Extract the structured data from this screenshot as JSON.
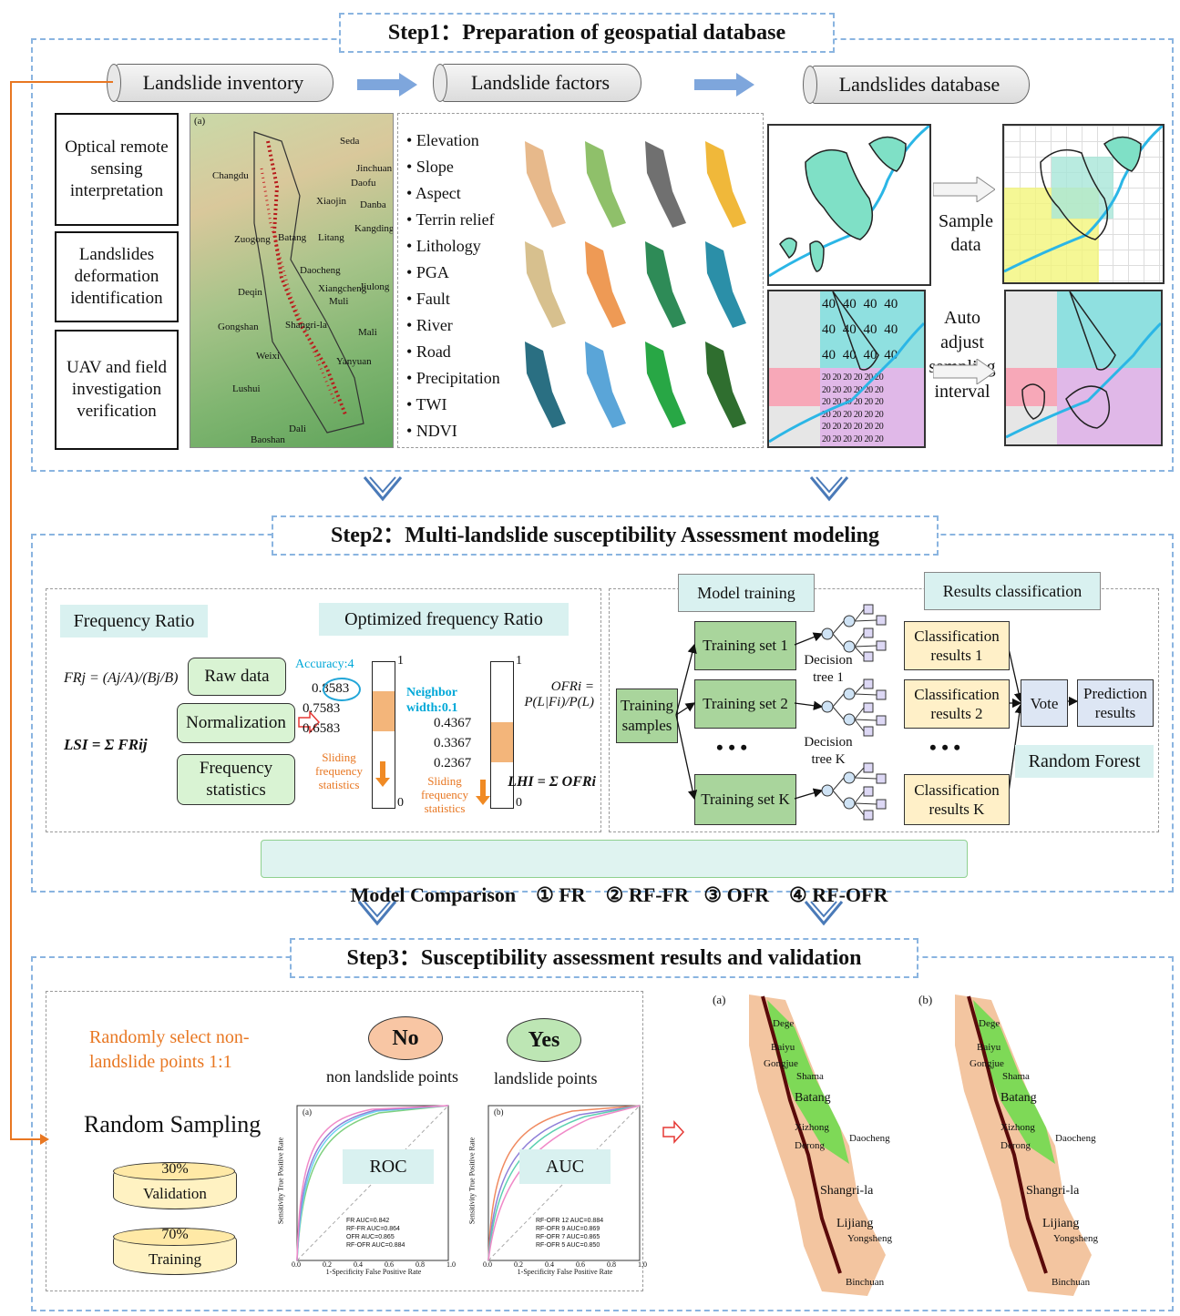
{
  "step1": {
    "title": "Step1：Preparation of geospatial database",
    "inventory": "Landslide inventory",
    "factors_title": "Landslide factors",
    "database": "Landslides database",
    "methods": [
      "Optical remote sensing interpretation",
      "Landslides deformation identification",
      "UAV and field investigation verification"
    ],
    "factors": [
      "Elevation",
      "Slope",
      "Aspect",
      "Terrin relief",
      "Lithology",
      "PGA",
      "Fault",
      "River",
      "Road",
      "Precipitation",
      "TWI",
      "NDVI"
    ],
    "sample_data": "Sample data",
    "auto_adjust": "Auto adjust sampling interval",
    "grid_40": "40",
    "grid_20": "20",
    "map_labels": [
      "(a)",
      "Seda",
      "Changdu",
      "Jinchuan",
      "Daofu",
      "Danba",
      "Kangding",
      "Litang",
      "Xiaojin",
      "Zuogong",
      "Batang",
      "Daocheng",
      "Mali",
      "Jiulong",
      "Deqin",
      "Gongshan",
      "Shangri-la",
      "Weixi",
      "Muli",
      "Lushui",
      "Dali",
      "Baoshan",
      "Xiangcheng",
      "Yanyuan"
    ]
  },
  "step2": {
    "title": "Step2：Multi-landslide susceptibility Assessment modeling",
    "fr_title": "Frequency Ratio",
    "ofr_title": "Optimized frequency Ratio",
    "fr_formula": "FRj = (Aj/A)/(Bj/B)",
    "lsi_formula": "LSI = Σ FRij",
    "ofr_formula": "OFRi = P(L|Fi)/P(L)",
    "lhi_formula": "LHI = Σ OFRi",
    "raw": "Raw data",
    "norm": "Normalization",
    "freq": "Frequency statistics",
    "accuracy": "Accuracy:4",
    "neighbor": "Neighbor width:0.1",
    "scale1": [
      "0.8583",
      "0.7583",
      "0.6583"
    ],
    "scale2": [
      "0.4367",
      "0.3367",
      "0.2367"
    ],
    "one": "1",
    "zero": "0",
    "sliding": "Sliding frequency statistics",
    "model_training": "Model training",
    "results_classification": "Results classification",
    "training_samples": "Training samples",
    "training_sets": [
      "Training set 1",
      "Training set 2",
      "Training set K"
    ],
    "decision_trees": [
      "Decision tree 1",
      "Decision tree K"
    ],
    "classifications": [
      "Classification results 1",
      "Classification results 2",
      "Classification results K"
    ],
    "vote": "Vote",
    "prediction": "Prediction results",
    "random_forest": "Random Forest",
    "dots": "• • •",
    "comparison": "Model Comparison    ① FR    ② RF-FR   ③ OFR    ④ RF-OFR"
  },
  "step3": {
    "title": "Step3：Susceptibility assessment results and validation",
    "random_select": "Randomly select non-landslide points    1:1",
    "no": "No",
    "yes": "Yes",
    "non_points": "non landslide points",
    "points": "landslide points",
    "random_sampling": "Random Sampling",
    "val_pct": "30%",
    "val": "Validation",
    "train_pct": "70%",
    "train": "Training",
    "roc": "ROC",
    "auc": "AUC",
    "roc_tag": "(a)",
    "auc_tag": "(b)",
    "map_a": "(a)",
    "map_b": "(b)",
    "map_places": [
      "Dege",
      "Baiyu",
      "Gongjue",
      "Shama",
      "Batang",
      "Xizhong",
      "Daocheng",
      "Derong",
      "Shangri-la",
      "Lijiang",
      "Yongsheng",
      "Binchuan"
    ],
    "xlabel": "1-Specificity False Positive Rate",
    "ylabel": "Sensitivity True Positive Rate",
    "roc_legend": [
      "FR   AUC=0.842",
      "RF-FR   AUC=0.864",
      "OFR   AUC=0.865",
      "RF-OFR   AUC=0.884"
    ],
    "auc_legend": [
      "RF-OFR 12   AUC=0.884",
      "RF-OFR 9   AUC=0.869",
      "RF-OFR 7   AUC=0.865",
      "RF-OFR 5   AUC=0.850"
    ],
    "ticks": [
      "0.0",
      "0.2",
      "0.4",
      "0.6",
      "0.8",
      "1.0"
    ]
  }
}
